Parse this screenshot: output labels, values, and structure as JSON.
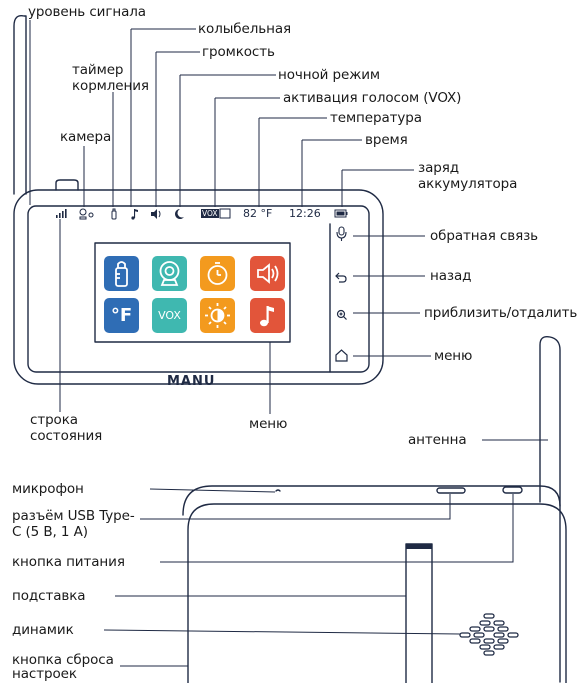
{
  "colors": {
    "outline": "#1f2a44",
    "screen_bg": "#ffffff",
    "tile_blue": "#2f6db5",
    "tile_teal": "#3fb8b0",
    "tile_orange": "#f39a1e",
    "tile_red": "#e2553a"
  },
  "labels": {
    "signal_level": "уровень сигнала",
    "feeding_timer": "таймер кормления",
    "camera": "камера",
    "lullaby": "колыбельная",
    "volume": "громкость",
    "night_mode": "ночной режим",
    "vox": "активация голосом (VOX)",
    "temperature": "температура",
    "time": "время",
    "battery": "заряд аккумулятора",
    "talkback": "обратная связь",
    "back": "назад",
    "zoom": "приблизить/отдалить",
    "menu_right": "меню",
    "status_bar": "строка состояния",
    "menu_bottom": "меню",
    "antenna": "антенна",
    "microphone": "микрофон",
    "usb": "разъём USB Type-C (5 В, 1 А)",
    "power_button": "кнопка питания",
    "stand": "подставка",
    "speaker": "динамик",
    "reset_button": "кнопка сброса настроек"
  },
  "status_bar": {
    "vox": "VOX",
    "temperature": "82 °F",
    "time": "12:26"
  },
  "tiles": {
    "fahrenheit": "°F",
    "vox": "VOX"
  },
  "brand": "MANU",
  "icons": [
    "signal-icon",
    "camera-icon",
    "feeding-bottle-icon",
    "lullaby-note-icon",
    "volume-icon",
    "night-moon-icon",
    "battery-icon",
    "microphone-icon",
    "back-arrow-icon",
    "zoom-icon",
    "home-icon"
  ]
}
